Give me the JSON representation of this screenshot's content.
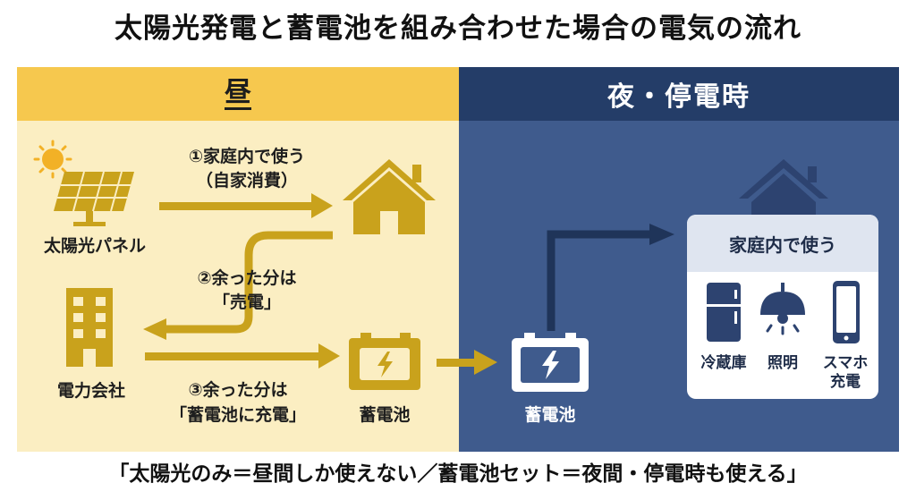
{
  "title": "太陽光発電と蓄電池を組み合わせた場合の電気の流れ",
  "day": {
    "header": "昼",
    "solar_label": "太陽光パネル",
    "company_label": "電力会社",
    "battery_label": "蓄電池",
    "flow1_line1": "①家庭内で使う",
    "flow1_line2": "（自家消費）",
    "flow2_line1": "②余った分は",
    "flow2_line2": "「売電」",
    "flow3_line1": "③余った分は",
    "flow3_line2": "「蓄電池に充電」"
  },
  "night": {
    "header": "夜・停電時",
    "battery_label": "蓄電池",
    "home_title": "家庭内で使う",
    "appliances": [
      {
        "label_line1": "冷蔵庫",
        "label_line2": "",
        "icon": "fridge-icon"
      },
      {
        "label_line1": "照明",
        "label_line2": "",
        "icon": "lamp-icon"
      },
      {
        "label_line1": "スマホ",
        "label_line2": "充電",
        "icon": "smartphone-icon"
      }
    ]
  },
  "footer": "「太陽光のみ＝昼間しか使えない／蓄電池セット＝夜間・停電時も使える」",
  "colors": {
    "day_header": "#f6c84e",
    "day_body": "#fbeec2",
    "gold_icon": "#c9a21c",
    "night_header": "#243d68",
    "night_body": "#3f5b8d",
    "night_arrow": "#1f3459",
    "house_night": "#2d4370"
  }
}
